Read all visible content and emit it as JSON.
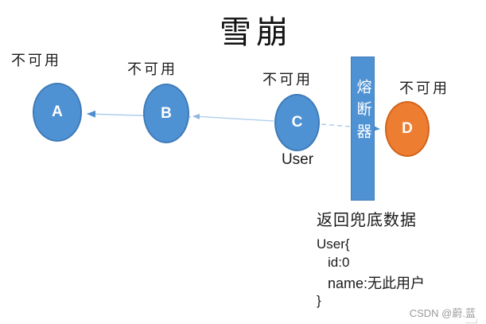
{
  "title": "雪崩",
  "nodes": [
    {
      "id": "A",
      "label": "A",
      "status": "不可用"
    },
    {
      "id": "B",
      "label": "B",
      "status": "不可用"
    },
    {
      "id": "C",
      "label": "C",
      "status": "不可用"
    },
    {
      "id": "D",
      "label": "D",
      "status": "不可用"
    }
  ],
  "breaker_label": "熔断器",
  "user_caption": "User",
  "fallback": {
    "heading": "返回兜底数据",
    "code_lines": [
      "User{",
      "id:0",
      "name:无此用户",
      "}"
    ]
  },
  "watermark": "CSDN @蔚.蓝",
  "colors": {
    "service_blue": "#4f92d3",
    "service_orange": "#ed7d31",
    "arrow_line": "#a9cbea",
    "arrow_head": "#4f8fd0"
  }
}
